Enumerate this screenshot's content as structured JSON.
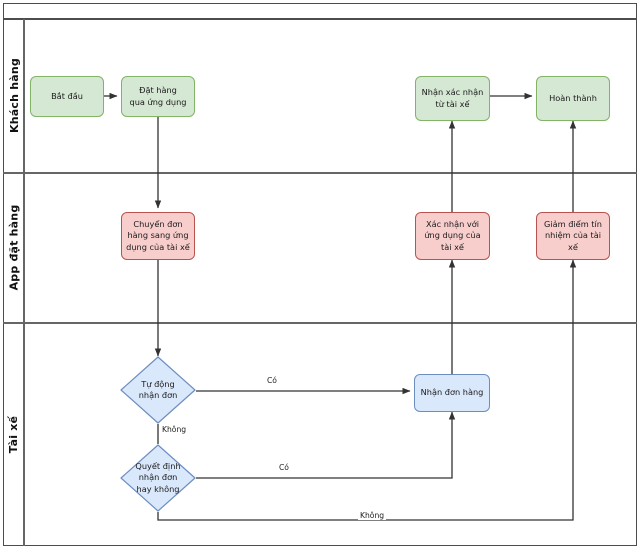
{
  "diagram": {
    "type": "cross-functional-flowchart",
    "title": "",
    "colors": {
      "green_fill": "#d5e8d4",
      "green_stroke": "#82b366",
      "pink_fill": "#f8cecc",
      "pink_stroke": "#b85450",
      "blue_fill": "#dae8fc",
      "blue_stroke": "#6c8ebf",
      "lane_stroke": "#666666",
      "edge_stroke": "#333333"
    }
  },
  "lanes": [
    {
      "id": "lane-khach-hang",
      "label": "Khách hàng"
    },
    {
      "id": "lane-app-dat-hang",
      "label": "App đặt hàng"
    },
    {
      "id": "lane-tai-xe",
      "label": "Tài xế"
    }
  ],
  "nodes": [
    {
      "id": "start",
      "label": "Bắt đầu",
      "shape": "rounded-rect",
      "color": "green",
      "lane": "lane-khach-hang"
    },
    {
      "id": "order-via-app",
      "label": "Đặt hàng\nqua ứng dụng",
      "shape": "rounded-rect",
      "color": "green",
      "lane": "lane-khach-hang"
    },
    {
      "id": "receive-confirm",
      "label": "Nhận xác nhận\ntừ tài xế",
      "shape": "rounded-rect",
      "color": "green",
      "lane": "lane-khach-hang"
    },
    {
      "id": "complete",
      "label": "Hoàn thành",
      "shape": "rounded-rect",
      "color": "green",
      "lane": "lane-khach-hang"
    },
    {
      "id": "transfer-order",
      "label": "Chuyển đơn\nhàng sang ứng\ndụng của tài xế",
      "shape": "rounded-rect",
      "color": "pink",
      "lane": "lane-app-dat-hang"
    },
    {
      "id": "confirm-with-app",
      "label": "Xác nhận với\nứng dụng của\ntài xế",
      "shape": "rounded-rect",
      "color": "pink",
      "lane": "lane-app-dat-hang"
    },
    {
      "id": "reduce-score",
      "label": "Giảm điểm tín\nnhiệm của tài xế",
      "shape": "rounded-rect",
      "color": "pink",
      "lane": "lane-app-dat-hang"
    },
    {
      "id": "auto-accept",
      "label": "Tự động\nnhận đơn",
      "shape": "diamond",
      "color": "blue",
      "lane": "lane-tai-xe"
    },
    {
      "id": "decide-accept",
      "label": "Quyết định\nnhận đơn\nhay không",
      "shape": "diamond",
      "color": "blue",
      "lane": "lane-tai-xe"
    },
    {
      "id": "accept-order",
      "label": "Nhận đơn hàng",
      "shape": "rounded-rect",
      "color": "blue",
      "lane": "lane-tai-xe"
    }
  ],
  "edges": [
    {
      "id": "e1",
      "from": "start",
      "to": "order-via-app",
      "label": ""
    },
    {
      "id": "e2",
      "from": "order-via-app",
      "to": "transfer-order",
      "label": ""
    },
    {
      "id": "e3",
      "from": "transfer-order",
      "to": "auto-accept",
      "label": ""
    },
    {
      "id": "e4",
      "from": "auto-accept",
      "to": "accept-order",
      "label": "Có"
    },
    {
      "id": "e5",
      "from": "auto-accept",
      "to": "decide-accept",
      "label": "Không"
    },
    {
      "id": "e6",
      "from": "decide-accept",
      "to": "accept-order",
      "label": "Có"
    },
    {
      "id": "e7",
      "from": "decide-accept",
      "to": "reduce-score",
      "label": "Không"
    },
    {
      "id": "e8",
      "from": "accept-order",
      "to": "confirm-with-app",
      "label": ""
    },
    {
      "id": "e9",
      "from": "confirm-with-app",
      "to": "receive-confirm",
      "label": ""
    },
    {
      "id": "e10",
      "from": "receive-confirm",
      "to": "complete",
      "label": ""
    },
    {
      "id": "e11",
      "from": "reduce-score",
      "to": "complete",
      "label": ""
    }
  ],
  "edge_labels": {
    "auto_yes": "Có",
    "auto_no": "Không",
    "decide_yes": "Có",
    "decide_no": "Không"
  }
}
